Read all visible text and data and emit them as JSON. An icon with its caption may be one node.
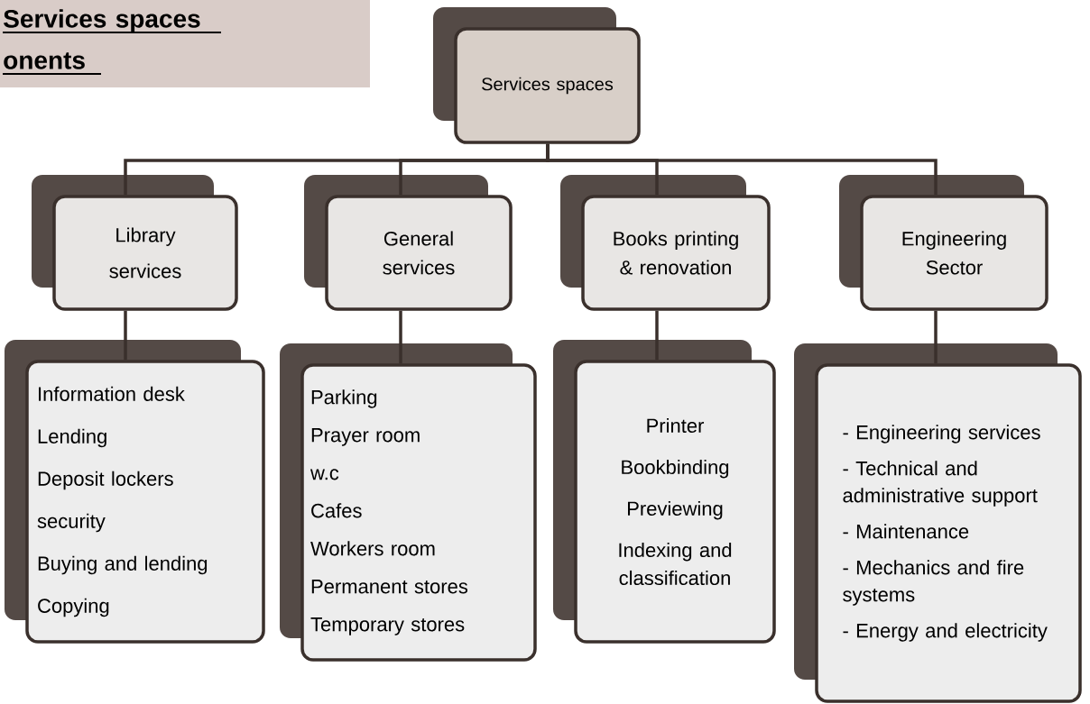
{
  "diagram": {
    "title": "Services spaces onents",
    "nodes": [
      {
        "text": [
          "Services spaces"
        ]
      },
      {
        "text": [
          "Library services"
        ]
      },
      {
        "text": [
          "General services"
        ]
      },
      {
        "text": [
          "Books printing & renovation"
        ]
      },
      {
        "text": [
          "Engineering Sector"
        ]
      },
      {
        "text": [
          "Information desk",
          "Lending",
          "Deposit lockers",
          "security",
          "Buying and lending",
          "Copying"
        ]
      },
      {
        "text": [
          "Parking",
          "Prayer room",
          "w.c",
          "Cafes",
          "Workers room",
          "Permanent stores",
          "Temporary stores"
        ]
      },
      {
        "text": [
          "Printer",
          "Bookbinding",
          "Previewing",
          "Indexing and classification"
        ]
      },
      {
        "text": [
          "- Engineering services",
          "- Technical and administrative support",
          "- Maintenance",
          "- Mechanics and fire systems",
          "- Energy and electricity"
        ]
      }
    ],
    "edges": [
      {
        "from": 0,
        "to": 1,
        "arrow": "none"
      },
      {
        "from": 0,
        "to": 2,
        "arrow": "none"
      },
      {
        "from": 0,
        "to": 3,
        "arrow": "none"
      },
      {
        "from": 0,
        "to": 4,
        "arrow": "none"
      },
      {
        "from": 1,
        "to": 5,
        "arrow": "none"
      },
      {
        "from": 2,
        "to": 6,
        "arrow": "none"
      },
      {
        "from": 3,
        "to": 7,
        "arrow": "none"
      },
      {
        "from": 4,
        "to": 8,
        "arrow": "none"
      }
    ]
  }
}
